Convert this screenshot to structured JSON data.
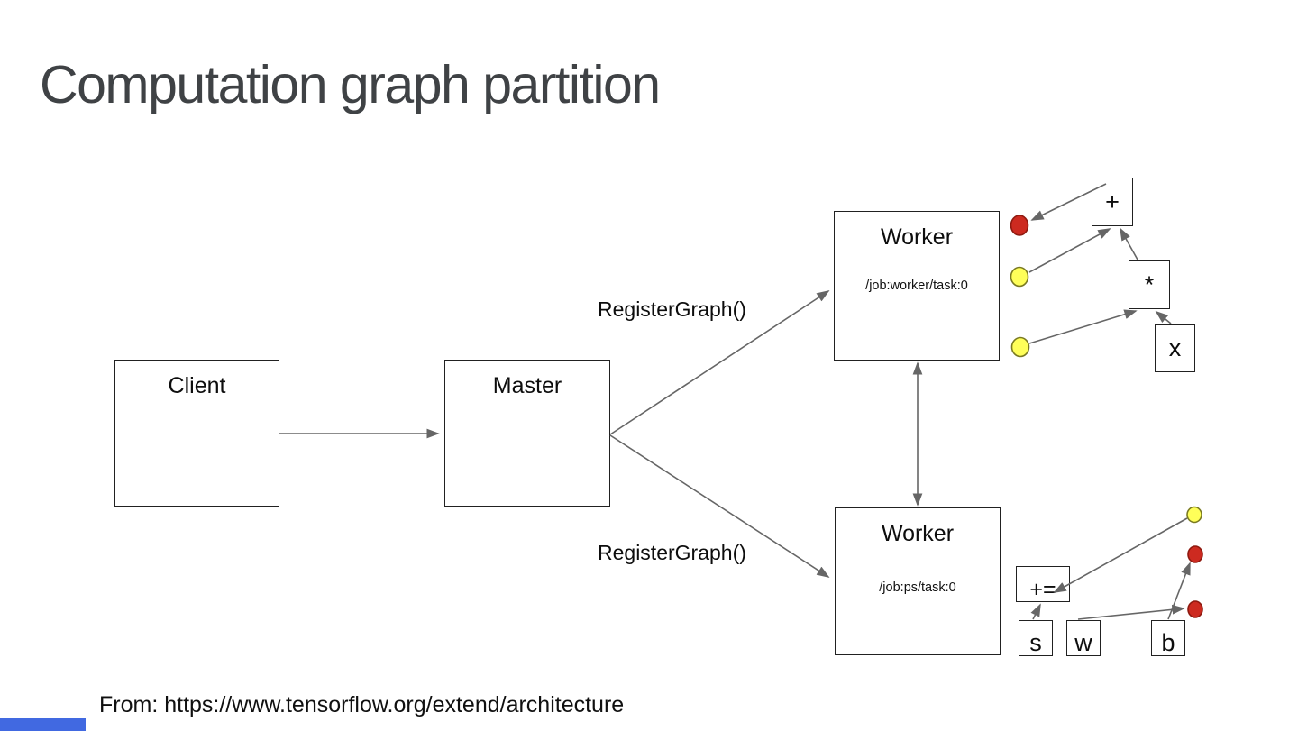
{
  "slide": {
    "title": "Computation graph partition",
    "footer": "From: https://www.tensorflow.org/extend/architecture",
    "accent_color": "#4169e1"
  },
  "diagram": {
    "labels": {
      "register_graph_top": "RegisterGraph()",
      "register_graph_bottom": "RegisterGraph()"
    },
    "nodes": {
      "client": {
        "label": "Client"
      },
      "master": {
        "label": "Master"
      },
      "worker_top": {
        "label": "Worker",
        "sublabel": "/job:worker/task:0"
      },
      "worker_bottom": {
        "label": "Worker",
        "sublabel": "/job:ps/task:0"
      },
      "op_add": {
        "label": "+"
      },
      "op_mul": {
        "label": "*"
      },
      "op_x": {
        "label": "x"
      },
      "op_addassign": {
        "label": "+="
      },
      "op_s": {
        "label": "s"
      },
      "op_w": {
        "label": "w"
      },
      "op_b": {
        "label": "b"
      }
    },
    "colors": {
      "red_fill": "#cd2a20",
      "red_border": "#8e1a10",
      "yellow_fill": "#ffff59",
      "yellow_border": "#7a7a22",
      "arrow": "#666666",
      "box_border": "#212121"
    }
  }
}
